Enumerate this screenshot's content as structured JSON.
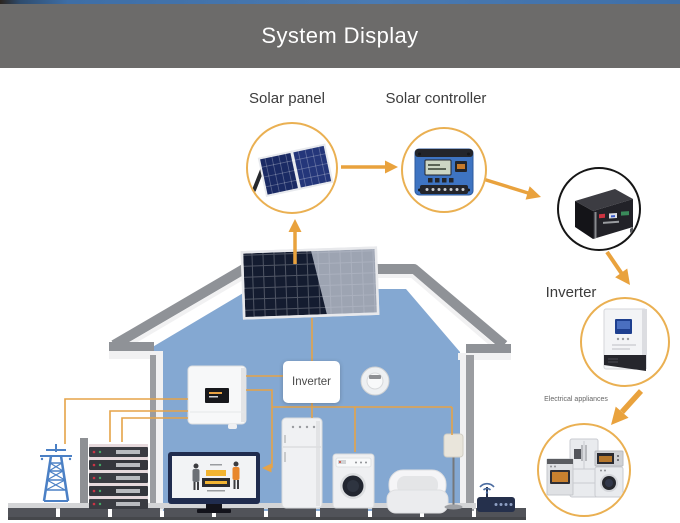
{
  "header": {
    "title": "System Display"
  },
  "diagram": {
    "labels": {
      "solar_panel": "Solar panel",
      "solar_controller": "Solar controller",
      "inverter": "Inverter",
      "electrical_appliances": "Electrical appliances"
    },
    "house": {
      "inverter_box_label": "Inverter",
      "items": [
        "rooftop solar panel",
        "wall inverter",
        "inverter box",
        "smoke detector",
        "tv",
        "fridge",
        "washing machine",
        "armchair",
        "floor lamp",
        "wifi router",
        "battery stack",
        "power pylon"
      ]
    },
    "nodes": [
      {
        "id": "solar-panel",
        "label": "Solar panel",
        "image": "portable solar panel"
      },
      {
        "id": "solar-controller",
        "label": "Solar controller",
        "image": "solar charge controller"
      },
      {
        "id": "battery-pack",
        "label": "",
        "image": "black rack battery box"
      },
      {
        "id": "inverter",
        "label": "Inverter",
        "image": "wall-mount hybrid inverter"
      },
      {
        "id": "electrical-appliances",
        "label": "Electrical appliances",
        "image": "fridge, oven, washer, microwave"
      }
    ],
    "connections": [
      {
        "from": "rooftop-solar-panel",
        "to": "solar-panel",
        "type": "arrow-up"
      },
      {
        "from": "solar-panel",
        "to": "solar-controller",
        "type": "arrow"
      },
      {
        "from": "solar-controller",
        "to": "battery-pack",
        "type": "arrow"
      },
      {
        "from": "battery-pack",
        "to": "inverter",
        "type": "arrow"
      },
      {
        "from": "inverter",
        "to": "electrical-appliances",
        "type": "arrow"
      },
      {
        "from": "rooftop-solar-panel",
        "to": "inverter-box",
        "type": "wire"
      },
      {
        "from": "inverter-box",
        "to": "fridge",
        "type": "wire"
      },
      {
        "from": "inverter-box",
        "to": "washing-machine",
        "type": "wire"
      },
      {
        "from": "inverter-box",
        "to": "floor-lamp",
        "type": "wire"
      },
      {
        "from": "wall-inverter",
        "to": "tv",
        "type": "wire-arrow"
      },
      {
        "from": "wall-inverter",
        "to": "inverter-box",
        "type": "wire"
      },
      {
        "from": "wall-inverter",
        "to": "battery-stack",
        "type": "wire"
      },
      {
        "from": "wall-inverter",
        "to": "power-pylon",
        "type": "wire"
      }
    ],
    "colors": {
      "accent_orange": "#e5a348",
      "circle_border": "#eab052",
      "battery_circle_border": "#161616",
      "wall_blue": "#84a8d2",
      "roof_gray": "#8f9297",
      "header_gray": "#6c6b6a",
      "panel_navy": "#141c30",
      "pylon_blue": "#4b80c5"
    }
  }
}
